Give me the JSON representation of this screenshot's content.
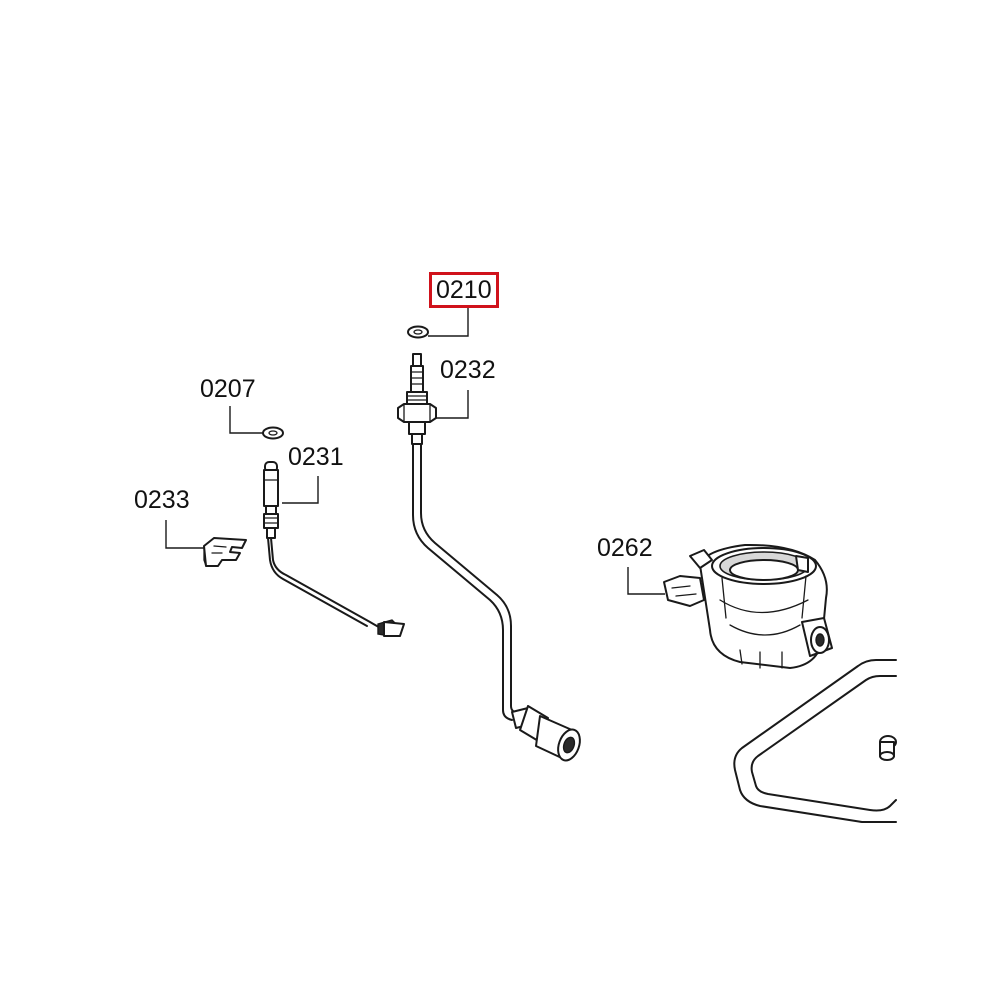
{
  "diagram": {
    "labels": {
      "p0210": "0210",
      "p0232": "0232",
      "p0207": "0207",
      "p0231": "0231",
      "p0233": "0233",
      "p0262": "0262"
    },
    "highlighted_label": "0210",
    "highlight_color": "#d0121b"
  }
}
